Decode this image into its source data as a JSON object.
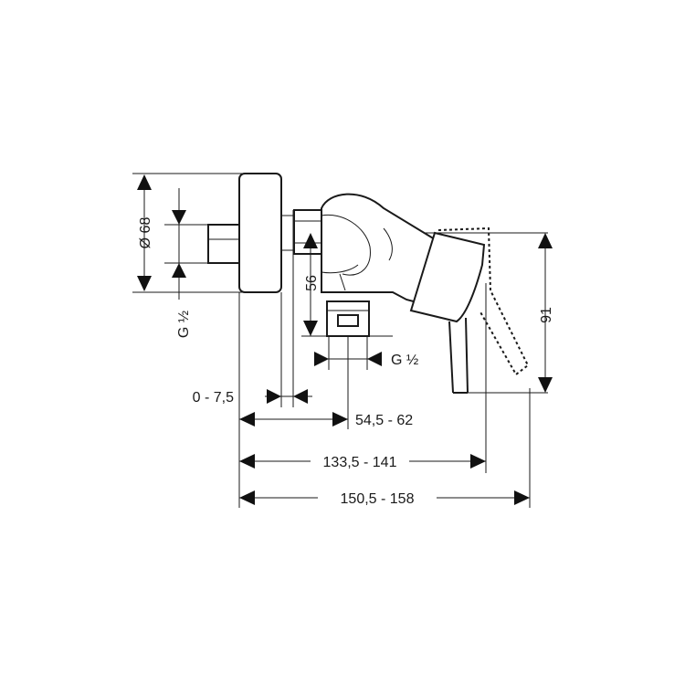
{
  "dimensions": {
    "diameter": "Ø 68",
    "thread_wall": "G ½",
    "thread_outlet": "G ½",
    "outlet_height": "56",
    "lever_height": "91",
    "offset_range": "0 - 7,5",
    "outlet_distance": "54,5 - 62",
    "lever_reach": "133,5 - 141",
    "overall_length": "150,5 - 158"
  }
}
